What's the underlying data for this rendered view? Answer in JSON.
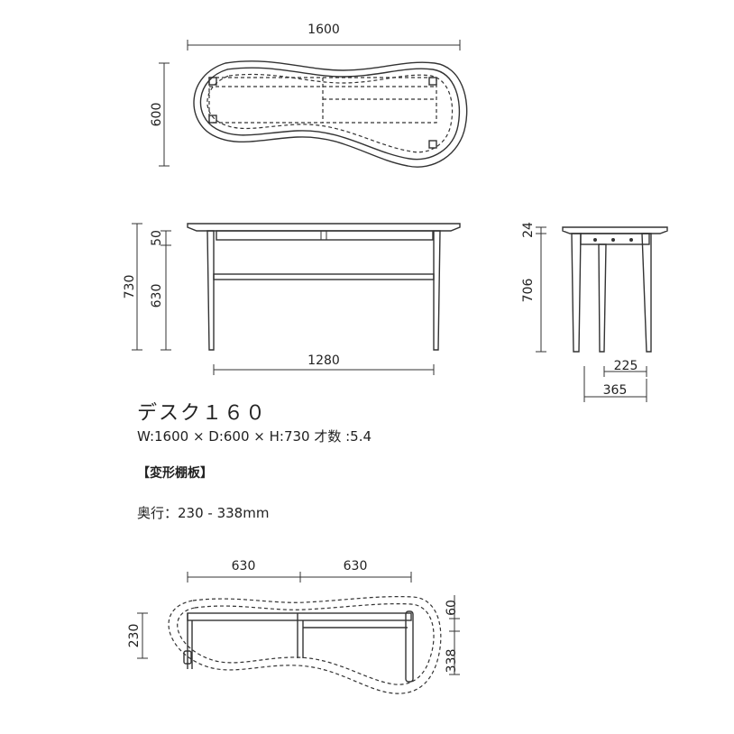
{
  "product": {
    "title": "デスク１６０",
    "spec": "W:1600 × D:600 × H:730  才数 :5.4",
    "section_label": "【変形棚板】",
    "depth_label": "奥行：230 - 338mm"
  },
  "dimensions": {
    "top_width": "1600",
    "top_depth": "600",
    "front_height": "730",
    "front_apron": "50",
    "front_shelf_height": "630",
    "front_inner_width": "1280",
    "side_top_thick": "24",
    "side_leg_height": "706",
    "side_inner_depth": "225",
    "side_outer_depth": "365",
    "shelf_left_width": "630",
    "shelf_right_width": "630",
    "shelf_left_depth": "230",
    "shelf_right_top": "60",
    "shelf_right_depth": "338"
  }
}
